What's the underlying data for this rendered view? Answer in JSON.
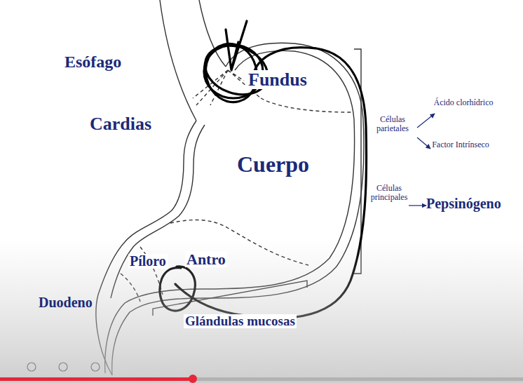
{
  "diagram": {
    "labels": [
      "Esófago",
      "Fundus",
      "Cardias",
      "Cuerpo",
      "Células parietales",
      "Ácido clorhídrico",
      "Factor Intrínseco",
      "Células principales",
      "Pepsinógeno",
      "Píloro",
      "Antro",
      "Duodeno",
      "Glándulas mucosas"
    ]
  }
}
